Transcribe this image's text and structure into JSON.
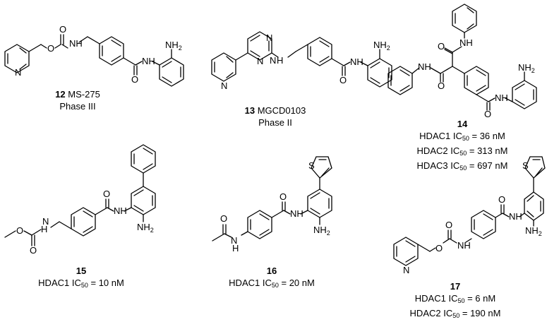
{
  "compounds": [
    {
      "number": "12",
      "name": "MS-275",
      "lines": [
        "Phase III"
      ]
    },
    {
      "number": "13",
      "name": "MGCD0103",
      "lines": [
        "Phase II"
      ]
    },
    {
      "number": "14",
      "name": "",
      "lines": [
        "HDAC1 IC50 = 36 nM",
        "HDAC2 IC50 = 313 nM",
        "HDAC3 IC50 = 697 nM"
      ]
    },
    {
      "number": "15",
      "name": "",
      "lines": [
        "HDAC1 IC50 = 10 nM"
      ]
    },
    {
      "number": "16",
      "name": "",
      "lines": [
        "HDAC1 IC50 = 20 nM"
      ]
    },
    {
      "number": "17",
      "name": "",
      "lines": [
        "HDAC1 IC50 = 6 nM",
        "HDAC2 IC50 = 190 nM"
      ]
    }
  ],
  "atom_labels": {
    "nh": "NH",
    "n": "N",
    "o": "O",
    "s": "S",
    "nh2": "NH",
    "h": "H",
    "sub2": "2"
  }
}
